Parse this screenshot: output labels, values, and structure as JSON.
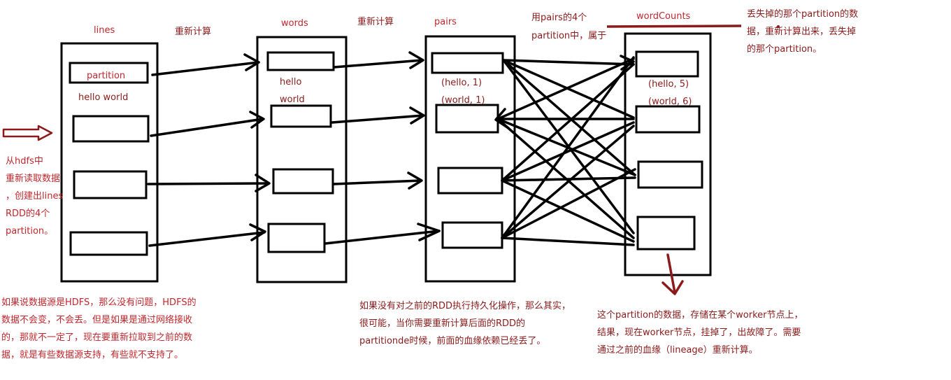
{
  "columns": {
    "lines": "lines",
    "words": "words",
    "pairs": "pairs",
    "wordCounts": "wordCounts"
  },
  "recompute_labels": [
    "重新计算",
    "重新计算"
  ],
  "lines_partition": {
    "label": "partition",
    "content": "hello world"
  },
  "words_partition": {
    "line1": "hello",
    "line2": "world"
  },
  "pairs_partition": {
    "line1": "(hello, 1)",
    "line2": "(world, 1)"
  },
  "wordcounts_partition": {
    "line1": "(hello, 5)",
    "line2": "(world, 6)"
  },
  "notes": {
    "hdfs_reread": [
      "从hdfs中",
      "重新读取数据",
      "，创建出lines",
      "RDD的4个",
      "partition。"
    ],
    "belongs": [
      "用pairs的4个",
      "partition中，属于"
    ],
    "lost_partition": [
      "丢失掉的那个partition的数",
      "据，重新计算出来，丢失掉",
      "的那个partition。"
    ],
    "data_source": [
      "如果说数据源是HDFS，那么没有问题，HDFS的",
      "数据不会变，不会丢。但是如果是通过网络接收",
      "的，那就不一定了，现在要重新拉取到之前的数",
      "据，就是有些数据源支持，有些就不支持了。"
    ],
    "persist": [
      "如果没有对之前的RDD执行持久化操作，那么其实，",
      "很可能，当你需要重新计算后面的RDD的",
      "partitionde时候，前面的血缘依赖已经丢了。"
    ],
    "worker_failure": [
      "这个partition的数据，存储在某个worker节点上，",
      "结果，现在worker节点，挂掉了，出故障了。需要",
      "通过之前的血缘（lineage）重新计算。"
    ]
  },
  "colors": {
    "annotation": "#c1272d",
    "marker": "#8b1a1a",
    "stroke": "#000000"
  }
}
